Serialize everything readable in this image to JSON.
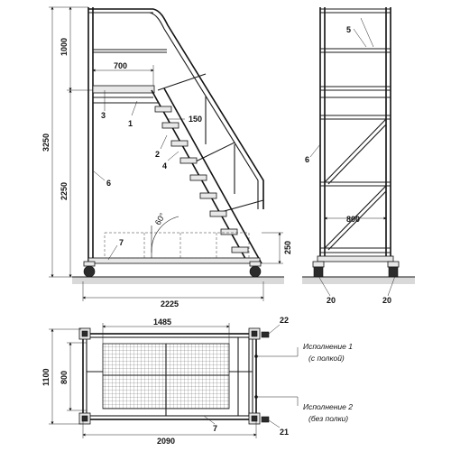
{
  "dimensions": {
    "total_height": "3250",
    "upper_height": "1000",
    "lower_height": "2250",
    "platform_depth": "700",
    "step_gap": "150",
    "angle": "60°",
    "bottom_gap": "250",
    "base_length": "2225",
    "front_width": "800",
    "plan_length": "1485",
    "plan_total_length": "2090",
    "plan_width": "1100",
    "plan_inner_width": "800"
  },
  "callouts": {
    "c1": "1",
    "c2": "2",
    "c3": "3",
    "c4": "4",
    "c5": "5",
    "c6_side": "6",
    "c6_front": "6",
    "c7_side": "7",
    "c7_plan": "7",
    "c20_left": "20",
    "c20_right": "20",
    "c21": "21",
    "c22": "22"
  },
  "legend": {
    "variant1_title": "Исполнение 1",
    "variant1_note": "(с полкой)",
    "variant2_title": "Исполнение 2",
    "variant2_note": "(без полки)"
  }
}
